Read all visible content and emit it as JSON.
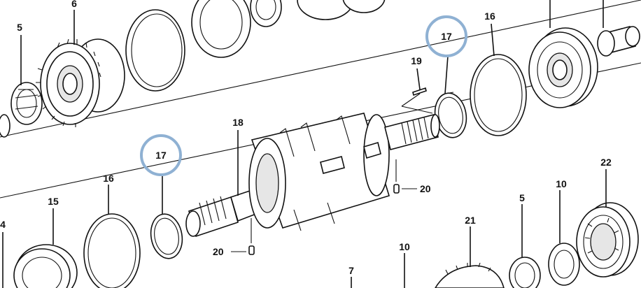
{
  "diagram": {
    "labels": [
      {
        "id": "lbl-6",
        "text": "6"
      },
      {
        "id": "lbl-5-top",
        "text": "5"
      },
      {
        "id": "lbl-17-top",
        "text": "17"
      },
      {
        "id": "lbl-16-top",
        "text": "16"
      },
      {
        "id": "lbl-19",
        "text": "19"
      },
      {
        "id": "lbl-18",
        "text": "18"
      },
      {
        "id": "lbl-17-bottom",
        "text": "17"
      },
      {
        "id": "lbl-16-bottom",
        "text": "16"
      },
      {
        "id": "lbl-15",
        "text": "15"
      },
      {
        "id": "lbl-4",
        "text": "4"
      },
      {
        "id": "lbl-20-right",
        "text": "20"
      },
      {
        "id": "lbl-20-bottom",
        "text": "20"
      },
      {
        "id": "lbl-22",
        "text": "22"
      },
      {
        "id": "lbl-10-right",
        "text": "10"
      },
      {
        "id": "lbl-5-bottom",
        "text": "5"
      },
      {
        "id": "lbl-21",
        "text": "21"
      },
      {
        "id": "lbl-10-bottom",
        "text": "10"
      },
      {
        "id": "lbl-7",
        "text": "7"
      }
    ],
    "highlight_color": "#8fb1d3",
    "line_color": "#111111"
  }
}
